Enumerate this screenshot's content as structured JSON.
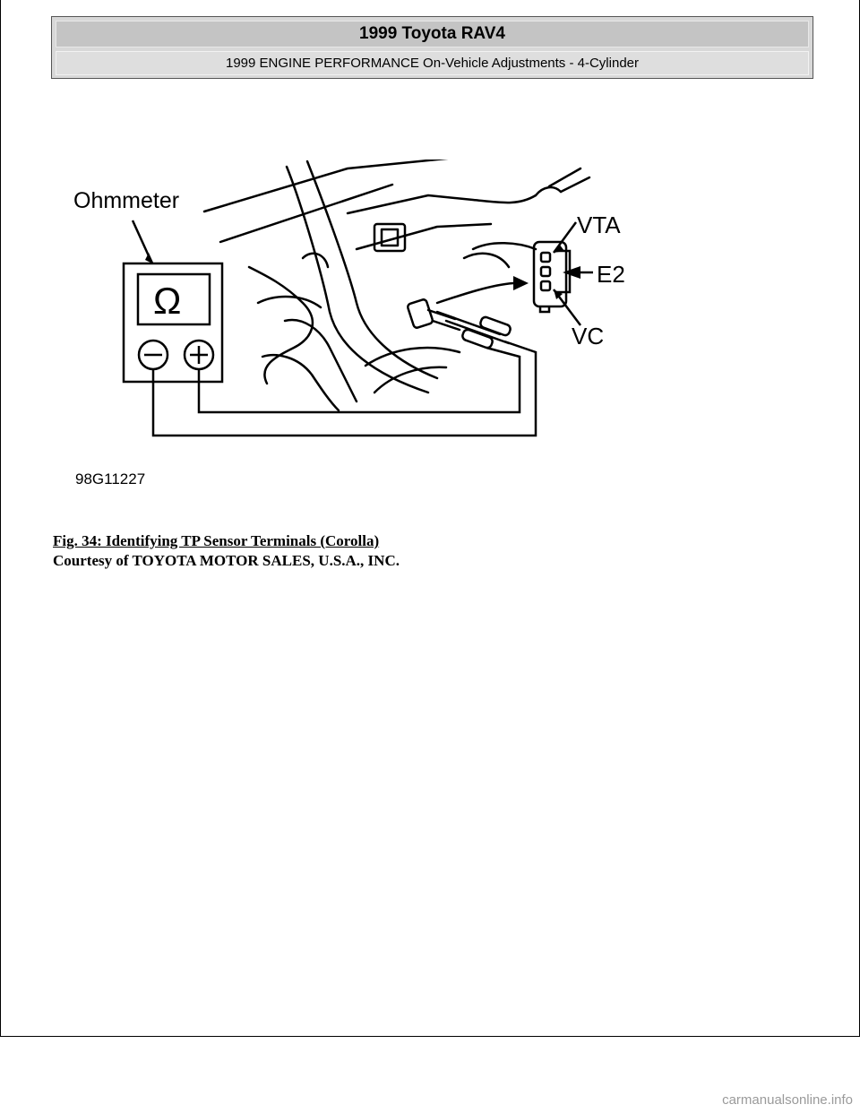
{
  "header": {
    "title": "1999 Toyota RAV4",
    "subtitle": "1999 ENGINE PERFORMANCE On-Vehicle Adjustments - 4-Cylinder"
  },
  "figure": {
    "labels": {
      "ohmmeter": "Ohmmeter",
      "ohm_symbol": "Ω",
      "vta": "VTA",
      "e2": "E2",
      "vc": "VC",
      "figure_id": "98G11227"
    },
    "caption": "Fig. 34: Identifying TP Sensor Terminals (Corolla)",
    "courtesy": "Courtesy of TOYOTA MOTOR SALES, U.S.A., INC."
  },
  "footer": {
    "watermark": "carmanualsonline.info"
  }
}
